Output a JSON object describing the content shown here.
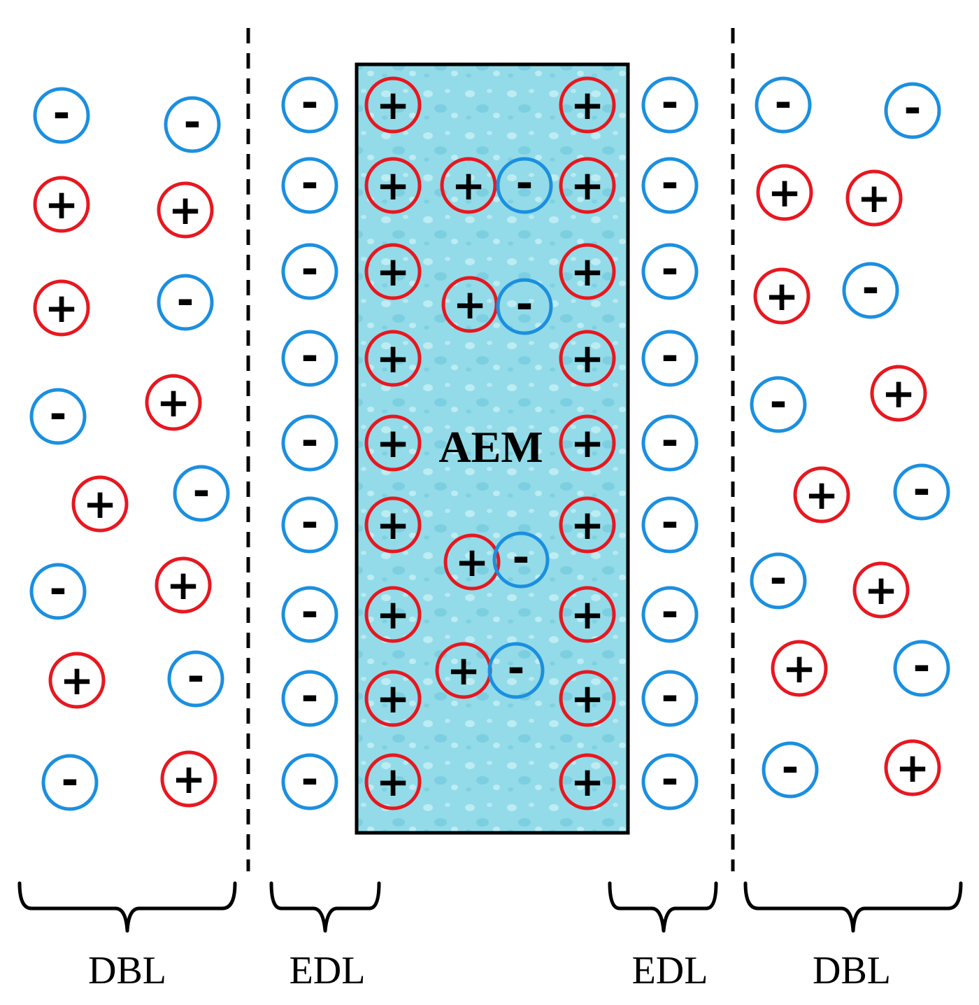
{
  "membrane": {
    "label": "AEM",
    "fill_color": "#8fd8e6",
    "border_color": "#000000"
  },
  "colors": {
    "cation": "#e8171f",
    "anion": "#1b8fe0",
    "sign": "#000000"
  },
  "symbols": {
    "cation": "+",
    "anion": "-"
  },
  "region_labels": {
    "left_dbl": "DBL",
    "left_edl": "EDL",
    "right_edl": "EDL",
    "right_dbl": "DBL"
  }
}
